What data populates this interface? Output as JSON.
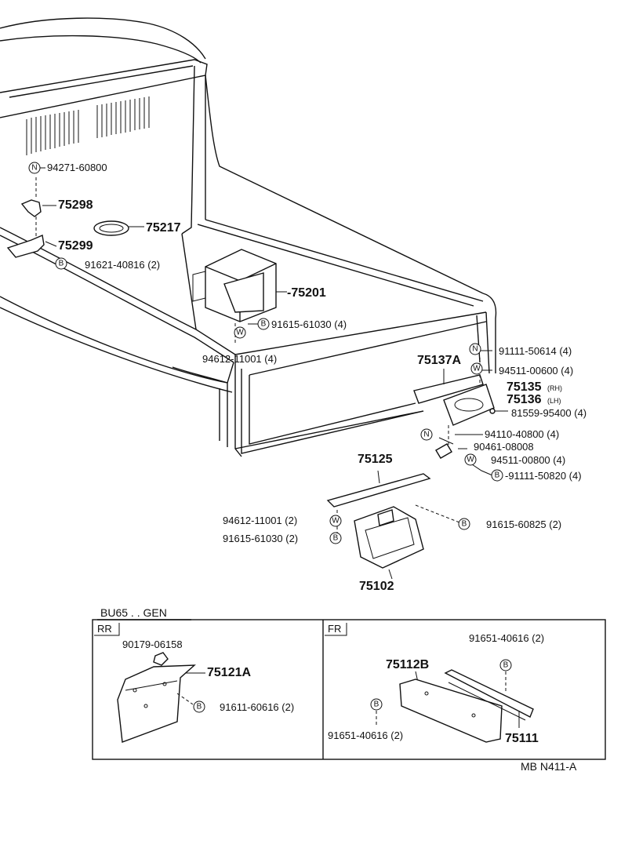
{
  "drawing_code": "MB N411-A",
  "section_title": "BU65 . . GEN",
  "panels": {
    "rear": "RR",
    "front": "FR"
  },
  "symbols": {
    "nut": "N",
    "washer": "W",
    "bolt": "B"
  },
  "callouts": {
    "c94271": "94271-60800",
    "c75298": "75298",
    "c75217": "75217",
    "c75299": "75299",
    "c91621": "91621-40816 (2)",
    "c75201": "-75201",
    "c91615a": "91615-61030 (4)",
    "c94612a": "94612-11001 (4)",
    "c91111a": "91111-50614 (4)",
    "c75137a": "75137A",
    "c94511a": "94511-00600 (4)",
    "c75135": "75135",
    "c75135s": "(RH)",
    "c75136": "75136",
    "c75136s": "(LH)",
    "c81559": "81559-95400 (4)",
    "c94110": "94110-40800 (4)",
    "c90461": "90461-08008",
    "c94511b": "94511-00800 (4)",
    "c91111b": "-91111-50820 (4)",
    "c75125": "75125",
    "c94612b": "94612-11001 (2)",
    "c91615b": "91615-60825 (2)",
    "c91615c": "91615-61030 (2)",
    "c75102": "75102",
    "c90179": "90179-06158",
    "c75121a": "75121A",
    "c91611": "91611-60616 (2)",
    "c91651a": "91651-40616 (2)",
    "c75112b": "75112B",
    "c91651b": "91651-40616 (2)",
    "c75111": "75111"
  }
}
